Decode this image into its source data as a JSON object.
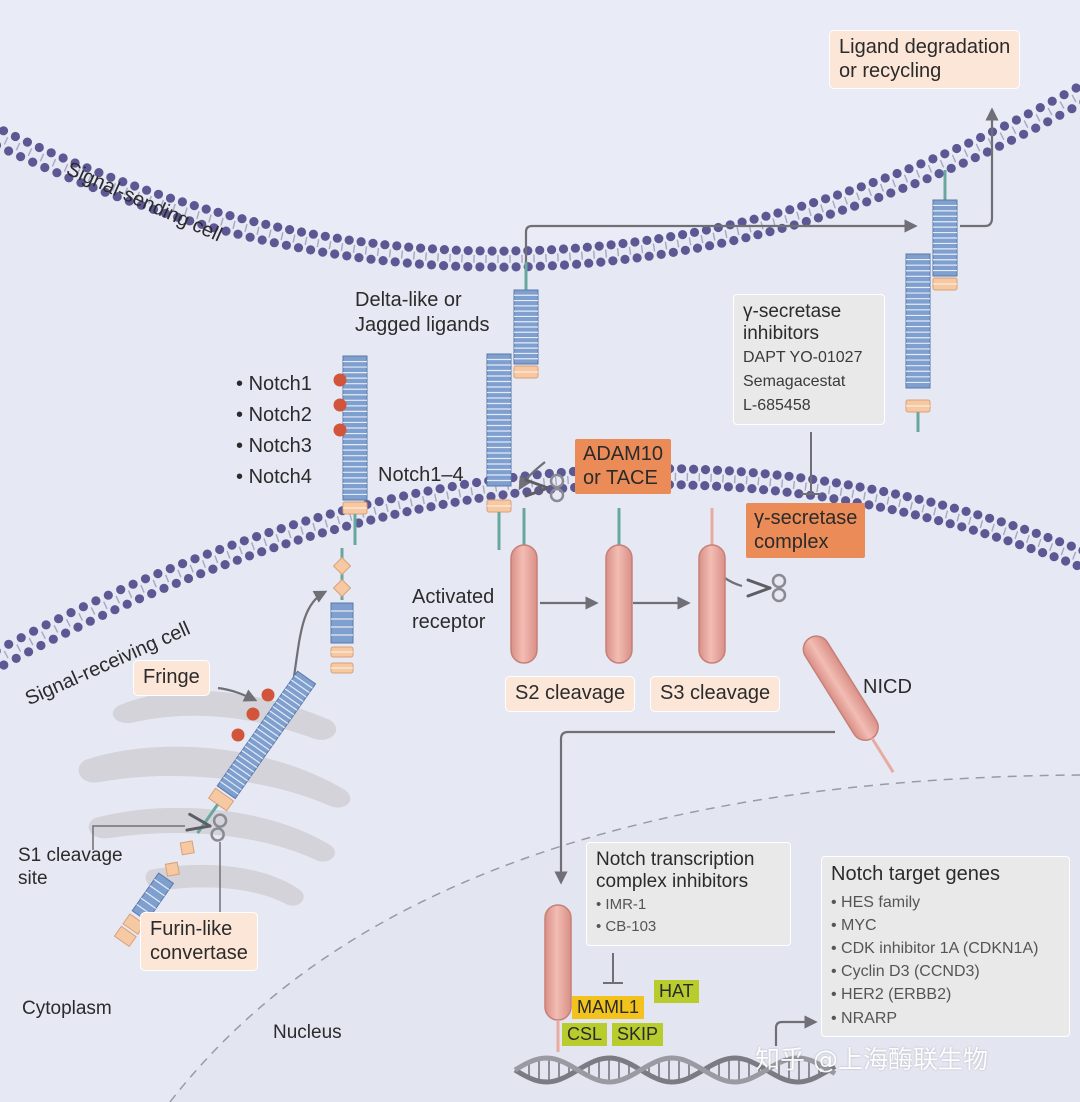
{
  "labels": {
    "signal_sending_cell": "Signal-sending cell",
    "signal_receiving_cell": "Signal-receiving cell",
    "delta_jagged": [
      "Delta-like or",
      "Jagged ligands"
    ],
    "notch_list": [
      "Notch1",
      "Notch2",
      "Notch3",
      "Notch4"
    ],
    "notch_range": "Notch1–4",
    "activated_receptor": [
      "Activated",
      "receptor"
    ],
    "nicd": "NICD",
    "s1_cleavage_site": [
      "S1 cleavage",
      "site"
    ],
    "cytoplasm": "Cytoplasm",
    "nucleus": "Nucleus"
  },
  "boxes": {
    "ligand_degradation": [
      "Ligand degradation",
      "or recycling"
    ],
    "adam10": [
      "ADAM10",
      "or TACE"
    ],
    "gamma_secretase_complex": [
      "γ-secretase",
      "complex"
    ],
    "fringe": "Fringe",
    "furin": [
      "Furin-like",
      "convertase"
    ],
    "s2_cleavage": "S2 cleavage",
    "s3_cleavage": "S3 cleavage"
  },
  "gamma_inhibitors": {
    "title": [
      "γ-secretase",
      "inhibitors"
    ],
    "items": [
      "DAPT YO-01027",
      "Semagacestat",
      "L-685458"
    ]
  },
  "transcription_inhibitors": {
    "title": [
      "Notch transcription",
      "complex inhibitors"
    ],
    "items": [
      "• IMR-1",
      "• CB-103"
    ]
  },
  "target_genes": {
    "title": "Notch target genes",
    "items": [
      "• HES family",
      "• MYC",
      "• CDK inhibitor 1A (CDKN1A)",
      "• Cyclin D3 (CCND3)",
      "• HER2 (ERBB2)",
      "• NRARP"
    ]
  },
  "complex_tags": {
    "maml1": "MAML1",
    "hat": "HAT",
    "csl": "CSL",
    "skip": "SKIP"
  },
  "watermark": "知乎 @上海酶联生物",
  "colors": {
    "background": "#e6e9f3",
    "membrane_dots": "#5c5894",
    "receptor_blue": "#7f9fcf",
    "nicd_pink": "#e9aaa0",
    "peach_box": "#fce6d8",
    "orange_box": "#eb8b57",
    "grey_box": "#e9e9e9",
    "tag_yellow": "#f2c21d",
    "tag_green": "#b8cc2e"
  }
}
